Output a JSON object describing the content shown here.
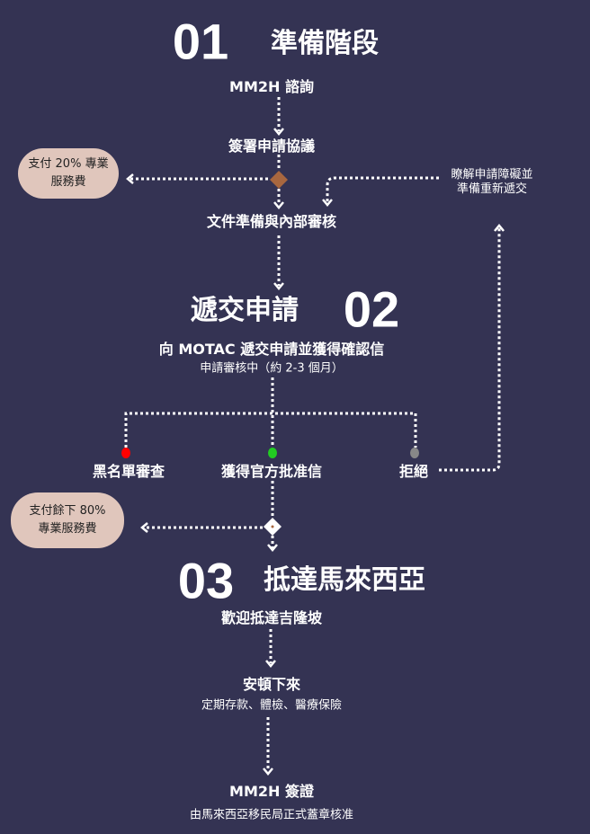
{
  "stage1": {
    "number": "01",
    "title": "準備階段",
    "step1": "MM2H 諮詢",
    "step2": "簽署申請協議",
    "step3": "文件準備與內部審核",
    "payment": "支付 20% 專業服務費",
    "retry_note": "瞭解申請障礙並準備重新遞交"
  },
  "stage2": {
    "number": "02",
    "title": "遞交申請",
    "step1": "向 MOTAC 遞交申請並獲得確認信",
    "step1_sub": "申請審核中（約 2-3 個月）",
    "outcomes": [
      {
        "label": "黑名單審查",
        "color": "#ff0000"
      },
      {
        "label": "獲得官方批准信",
        "color": "#22cc22"
      },
      {
        "label": "拒絕",
        "color": "#888888"
      }
    ],
    "payment": "支付餘下 80% 專業服務費"
  },
  "stage3": {
    "number": "03",
    "title": "抵達馬來西亞",
    "step1": "歡迎抵達吉隆坡",
    "step2": "安頓下來",
    "step2_sub": "定期存款、體檢、醫療保險",
    "step3": "MM2H 簽證",
    "step3_sub": "由馬來西亞移民局正式蓋章核准"
  },
  "colors": {
    "background": "#343353",
    "bubble": "#e0c6bc",
    "diamond": "#a8673f"
  }
}
